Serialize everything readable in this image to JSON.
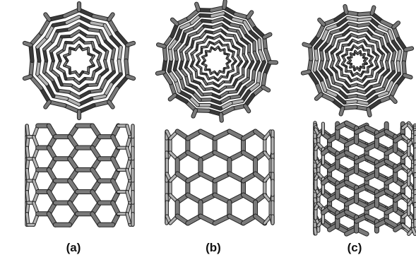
{
  "panels": [
    {
      "id": "a",
      "label": "(a)"
    },
    {
      "id": "b",
      "label": "(b)"
    },
    {
      "id": "c",
      "label": "(c)"
    }
  ],
  "colors": {
    "bond_light": "#b4b4b4",
    "bond_mid": "#7a7a7a",
    "bond_dark": "#3a3a3a",
    "bond_outline": "#222222",
    "background": "#ffffff"
  }
}
